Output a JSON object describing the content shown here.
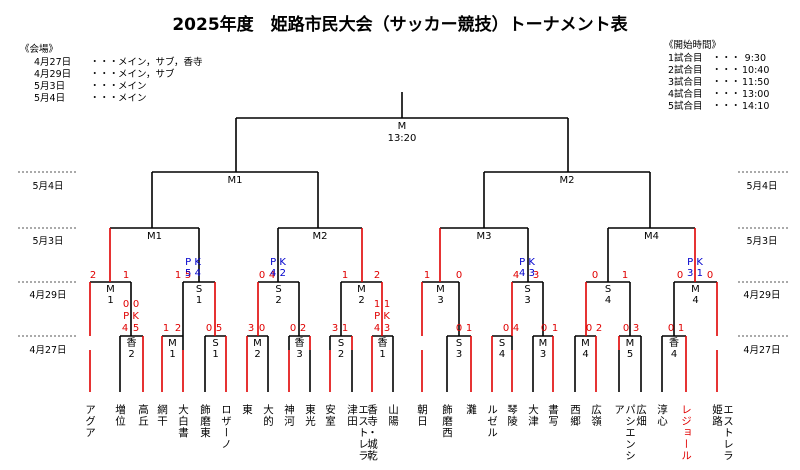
{
  "title": "2025年度　姫路市民大会（サッカー競技）トーナメント表",
  "venues": {
    "heading": "《会場》",
    "rows": [
      {
        "date": "4月27日",
        "dots": "・・・",
        "venue": "メイン，サブ，香寺"
      },
      {
        "date": "4月29日",
        "dots": "・・・",
        "venue": "メイン，サブ"
      },
      {
        "date": "5月3日",
        "dots": "・・・",
        "venue": "メイン"
      },
      {
        "date": "5月4日",
        "dots": "・・・",
        "venue": "メイン"
      }
    ]
  },
  "times": {
    "heading": "《開始時間》",
    "rows": [
      {
        "game": "1試合目",
        "dots": "・・・",
        "time": "9:30"
      },
      {
        "game": "2試合目",
        "dots": "・・・",
        "time": "10:40"
      },
      {
        "game": "3試合目",
        "dots": "・・・",
        "time": "11:50"
      },
      {
        "game": "4試合目",
        "dots": "・・・",
        "time": "13:00"
      },
      {
        "game": "5試合目",
        "dots": "・・・",
        "time": "14:10"
      }
    ]
  },
  "rounds": [
    "5月4日",
    "5月3日",
    "4月29日",
    "4月27日"
  ],
  "final": {
    "label": "M",
    "time": "13:20"
  },
  "semis": [
    "M1",
    "M2"
  ],
  "quarters": [
    "M1",
    "M2",
    "M3",
    "M4"
  ],
  "r29": [
    {
      "v": "M",
      "n": "1"
    },
    {
      "v": "S",
      "n": "1"
    },
    {
      "v": "S",
      "n": "2"
    },
    {
      "v": "M",
      "n": "2"
    },
    {
      "v": "M",
      "n": "3"
    },
    {
      "v": "S",
      "n": "3"
    },
    {
      "v": "S",
      "n": "4"
    },
    {
      "v": "M",
      "n": "4"
    }
  ],
  "r27": [
    {
      "v": "香",
      "n": "2"
    },
    {
      "v": "M",
      "n": "1"
    },
    {
      "v": "S",
      "n": "1"
    },
    {
      "v": "M",
      "n": "2"
    },
    {
      "v": "香",
      "n": "3"
    },
    {
      "v": "S",
      "n": "2"
    },
    {
      "v": "香",
      "n": "1"
    },
    {
      "v": "S",
      "n": "3"
    },
    {
      "v": "S",
      "n": "4"
    },
    {
      "v": "M",
      "n": "3"
    },
    {
      "v": "M",
      "n": "4"
    },
    {
      "v": "M",
      "n": "5"
    },
    {
      "v": "香",
      "n": "4"
    }
  ],
  "teams": [
    "アグア",
    "増位",
    "高丘",
    "網干",
    "大白書",
    "飾磨東",
    "ロザーノ",
    "東",
    "大的",
    "神河",
    "東光",
    "安室",
    "エストレラ津田",
    "香寺・城乾",
    "山陽",
    "朝日",
    "飾磨西",
    "灘",
    "ルゼル",
    "琴陵",
    "大津",
    "書写",
    "西郷",
    "広嶺",
    "パシエンシア",
    "広畑",
    "淳心",
    "レジョール",
    "エストレラ姫路"
  ],
  "colors": {
    "win": "#e00000",
    "line": "#000000",
    "pk": "#0000cc"
  }
}
